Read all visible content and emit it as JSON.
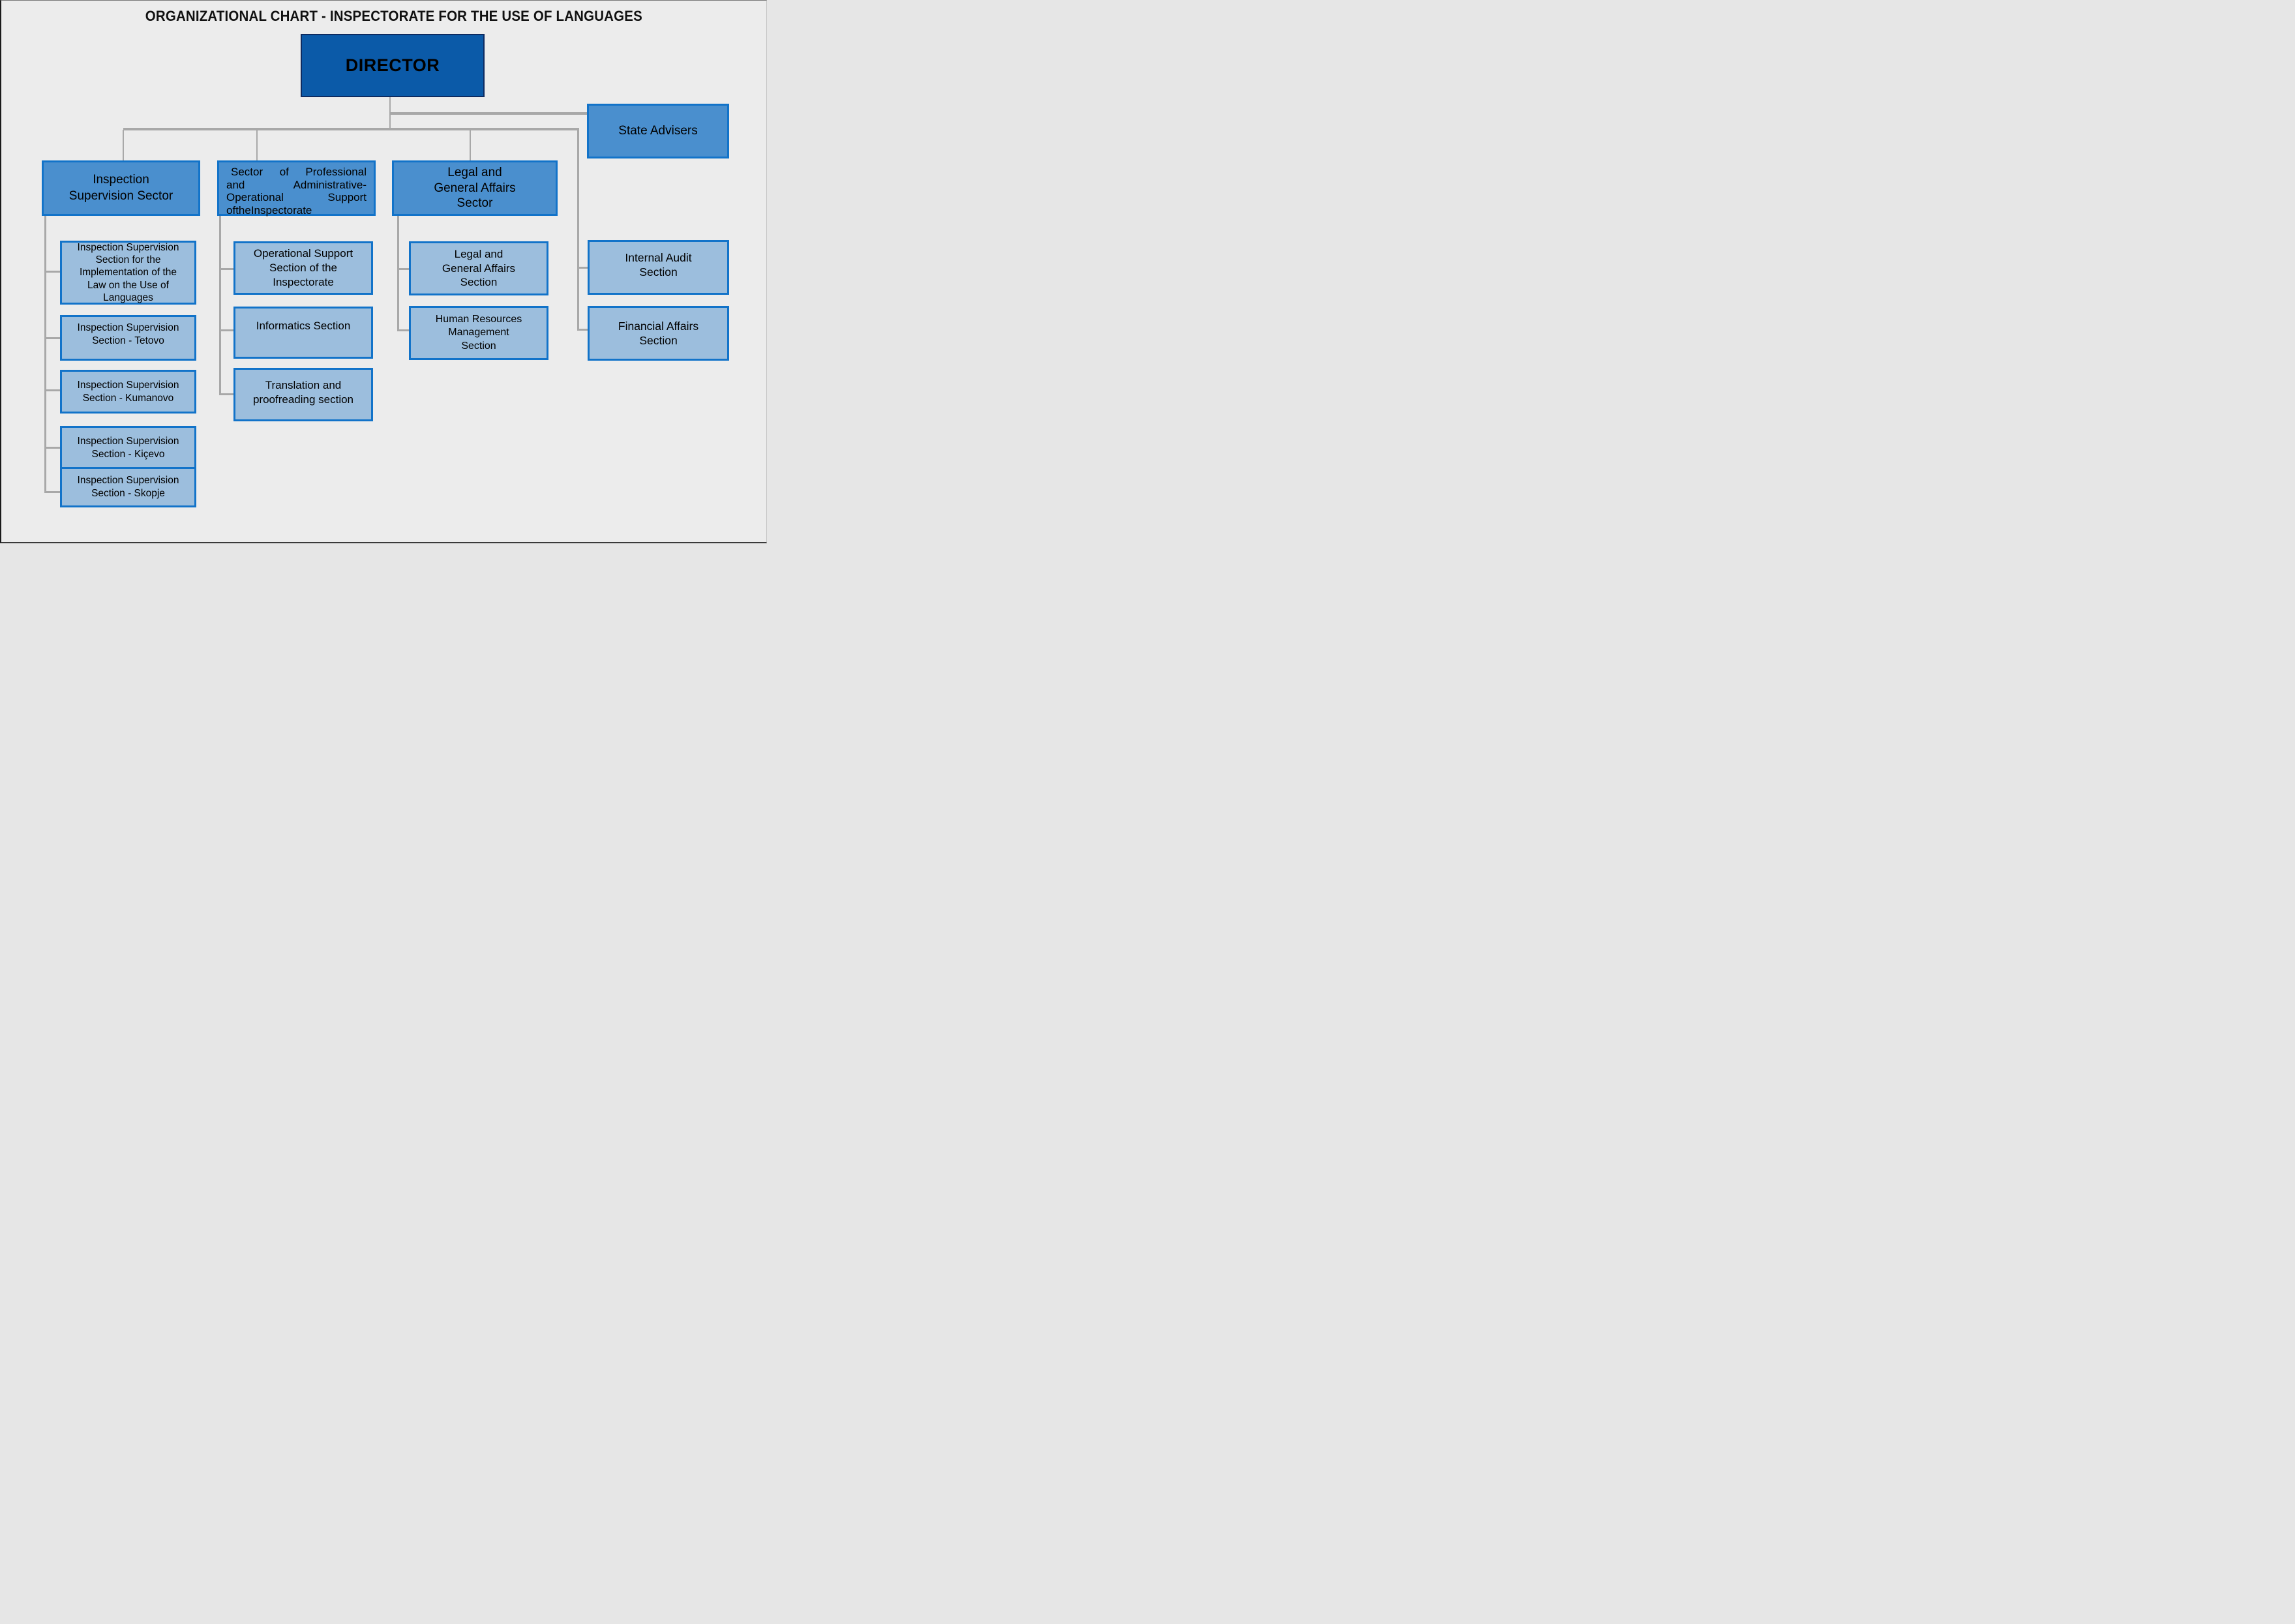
{
  "title": "ORGANIZATIONAL CHART - INSPECTORATE FOR THE USE OF LANGUAGES",
  "colors": {
    "background": "#ECECEC",
    "director_fill": "#0B5AA8",
    "director_border": "#0D2B61",
    "sector_fill": "#4A8FCE",
    "section_fill": "#9CBEDD",
    "blue_border": "#1273C9",
    "connector_gray": "#A8A8A8"
  },
  "nodes": {
    "director": "DIRECTOR",
    "state_advisers": "State Advisers",
    "sector_inspection": "Inspection\nSupervision Sector",
    "sector_support": "Sector of Professional\nand Administrative-\nOperational Support\nof the Inspectorate",
    "sector_legal": "Legal and\nGeneral Affairs\nSector",
    "inspection_sections": [
      "Inspection Supervision\nSection for the\nImplementation of the\nLaw on the Use of\nLanguages",
      "Inspection Supervision\nSection - Tetovo",
      "Inspection Supervision\nSection - Kumanovo",
      "Inspection Supervision\nSection - Kiçevo",
      "Inspection Supervision\nSection - Skopje"
    ],
    "support_sections": [
      "Operational Support\nSection of the\nInspectorate",
      "Informatics Section",
      "Translation and\nproofreading section"
    ],
    "legal_sections": [
      "Legal and\nGeneral Affairs\nSection",
      "Human Resources\nManagement\nSection"
    ],
    "independent_sections": [
      "Internal Audit\nSection",
      "Financial Affairs\nSection"
    ]
  }
}
